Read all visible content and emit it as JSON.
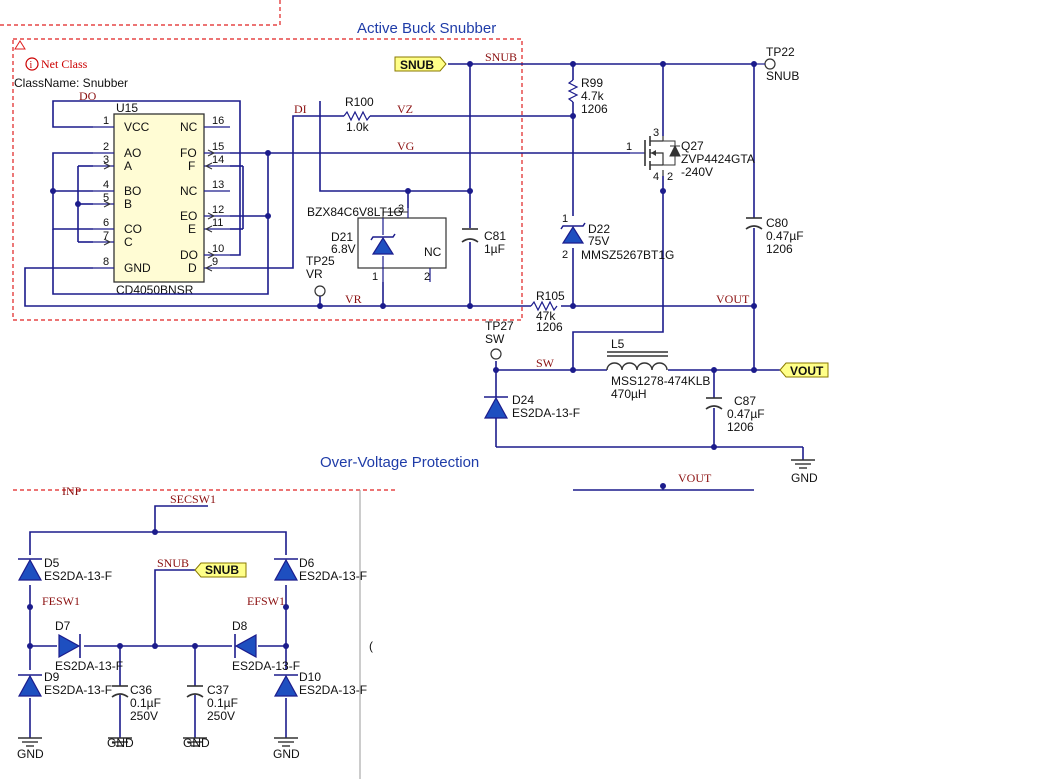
{
  "titles": {
    "snubber": "Active Buck Snubber",
    "ovp": "Over-Voltage Protection"
  },
  "netclass": {
    "label": "Net Class",
    "classname": "ClassName: Snubber"
  },
  "ports": {
    "snub_left": "SNUB",
    "vout_right": "VOUT",
    "snub_ovp": "SNUB"
  },
  "nets": {
    "do": "DO",
    "di": "DI",
    "snub": "SNUB",
    "vz": "VZ",
    "vg": "VG",
    "vr": "VR",
    "vout": "VOUT",
    "sw": "SW",
    "vout2": "VOUT",
    "inp": "INP",
    "secsw1": "SECSW1",
    "snub2": "SNUB",
    "fesw1": "FESW1",
    "efsw1": "EFSW1"
  },
  "ic": {
    "ref": "U15",
    "part": "CD4050BNSR",
    "left_pins": [
      {
        "num": "1",
        "name": "VCC"
      },
      {
        "num": "2",
        "name": "AO"
      },
      {
        "num": "3",
        "name": "A"
      },
      {
        "num": "4",
        "name": "BO"
      },
      {
        "num": "5",
        "name": "B"
      },
      {
        "num": "6",
        "name": "CO"
      },
      {
        "num": "7",
        "name": "C"
      },
      {
        "num": "8",
        "name": "GND"
      }
    ],
    "right_pins": [
      {
        "num": "16",
        "name": "NC"
      },
      {
        "num": "15",
        "name": "FO"
      },
      {
        "num": "14",
        "name": "F"
      },
      {
        "num": "13",
        "name": "NC"
      },
      {
        "num": "12",
        "name": "EO"
      },
      {
        "num": "11",
        "name": "E"
      },
      {
        "num": "10",
        "name": "DO"
      },
      {
        "num": "9",
        "name": "D"
      }
    ]
  },
  "components": {
    "r100": {
      "ref": "R100",
      "value": "1.0k"
    },
    "r99": {
      "ref": "R99",
      "value": "4.7k",
      "pkg": "1206"
    },
    "r105": {
      "ref": "R105",
      "value": "47k",
      "pkg": "1206"
    },
    "tp22": {
      "ref": "TP22",
      "net": "SNUB"
    },
    "tp25": {
      "ref": "TP25",
      "net": "VR"
    },
    "tp27": {
      "ref": "TP27",
      "net": "SW"
    },
    "q27": {
      "ref": "Q27",
      "part": "ZVP4424GTA",
      "rating": "-240V",
      "pin1": "1",
      "pin2": "2",
      "pin3": "3",
      "pin4": "4"
    },
    "d21": {
      "ref": "D21",
      "value": "6.8V",
      "part": "BZX84C6V8LT1G",
      "nc": "NC",
      "pin1": "1",
      "pin2": "2",
      "pin3": "3"
    },
    "c81": {
      "ref": "C81",
      "value": "1µF"
    },
    "d22": {
      "ref": "D22",
      "value": "75V",
      "part": "MMSZ5267BT1G",
      "pin1": "1",
      "pin2": "2"
    },
    "c80": {
      "ref": "C80",
      "value": "0.47µF",
      "pkg": "1206"
    },
    "l5": {
      "ref": "L5",
      "part": "MSS1278-474KLB",
      "value": "470µH"
    },
    "c87": {
      "ref": "C87",
      "value": "0.47µF",
      "pkg": "1206"
    },
    "d24": {
      "ref": "D24",
      "part": "ES2DA-13-F"
    },
    "gnd1": "GND",
    "d5": {
      "ref": "D5",
      "part": "ES2DA-13-F"
    },
    "d6": {
      "ref": "D6",
      "part": "ES2DA-13-F"
    },
    "d7": {
      "ref": "D7",
      "part": "ES2DA-13-F"
    },
    "d8": {
      "ref": "D8",
      "part": "ES2DA-13-F"
    },
    "d9": {
      "ref": "D9",
      "part": "ES2DA-13-F"
    },
    "d10": {
      "ref": "D10",
      "part": "ES2DA-13-F"
    },
    "c36": {
      "ref": "C36",
      "value": "0.1µF",
      "rating": "250V"
    },
    "c37": {
      "ref": "C37",
      "value": "0.1µF",
      "rating": "250V"
    },
    "gnd_a": "GND",
    "gnd_b": "GND",
    "gnd_c": "GND",
    "gnd_d": "GND"
  },
  "misc": {
    "right_mark": "("
  }
}
